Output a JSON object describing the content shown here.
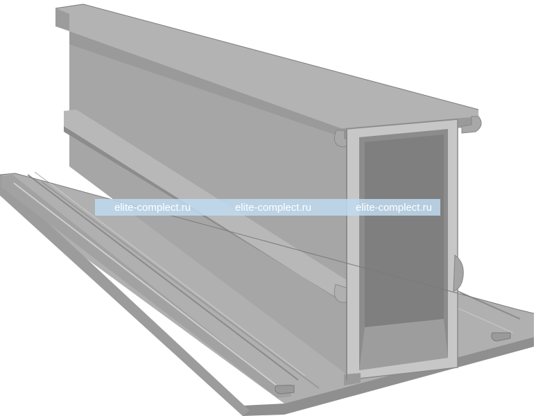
{
  "watermark": {
    "texts": [
      "elite-complect.ru",
      "elite-complect.ru",
      "elite-complect.ru"
    ],
    "band_color": "#bedaf0",
    "text_color": "#ffffff"
  },
  "colors": {
    "background": "#ffffff",
    "metal_light": "#b5b5b5",
    "metal_mid": "#a3a3a3",
    "metal_dark": "#8e8e8e",
    "metal_shadow": "#7e7e7e",
    "edge": "#6e6e6e"
  }
}
